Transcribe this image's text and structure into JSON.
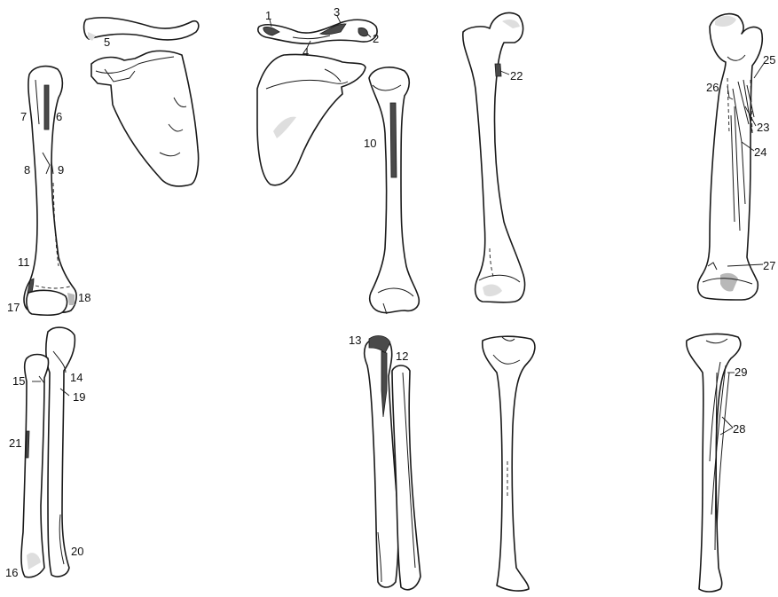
{
  "labels": {
    "l1": "1",
    "l2": "2",
    "l3": "3",
    "l4": "4",
    "l5": "5",
    "l6": "6",
    "l7": "7",
    "l8": "8",
    "l9": "9",
    "l10": "10",
    "l11": "11",
    "l12": "12",
    "l13": "13",
    "l14": "14",
    "l15": "15",
    "l16": "16",
    "l17": "17",
    "l18": "18",
    "l19": "19",
    "l20": "20",
    "l21": "21",
    "l22": "22",
    "l23": "23",
    "l24": "24",
    "l25": "25",
    "l26": "26",
    "l27": "27",
    "l28": "28",
    "l29": "29"
  }
}
